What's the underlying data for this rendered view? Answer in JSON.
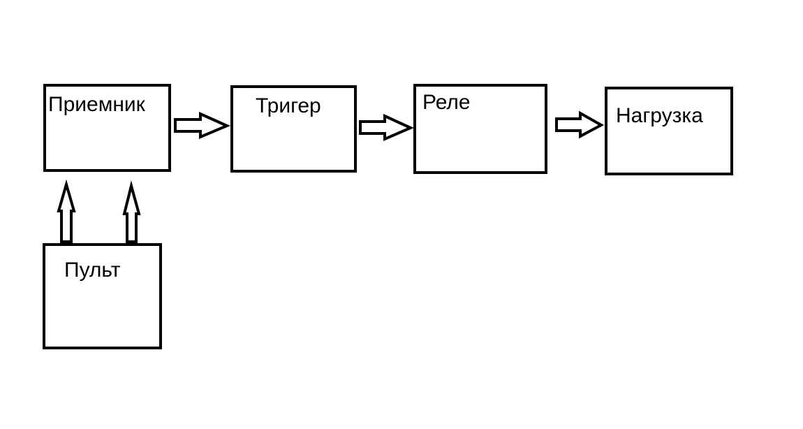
{
  "diagram": {
    "background": "#ffffff",
    "line_color": "#000000",
    "blocks": {
      "receiver": {
        "label": "Приемник"
      },
      "trigger": {
        "label": "Тригер"
      },
      "relay": {
        "label": "Реле"
      },
      "load": {
        "label": "Нагрузка"
      },
      "remote": {
        "label": "Пульт"
      }
    },
    "connections": [
      {
        "from": "receiver",
        "to": "trigger",
        "style": "hollow-block-arrow"
      },
      {
        "from": "trigger",
        "to": "relay",
        "style": "hollow-block-arrow"
      },
      {
        "from": "relay",
        "to": "load",
        "style": "hollow-block-arrow"
      },
      {
        "from": "remote",
        "to": "receiver",
        "style": "hollow-block-arrow"
      },
      {
        "from": "remote",
        "to": "receiver",
        "style": "hollow-block-arrow"
      }
    ]
  }
}
